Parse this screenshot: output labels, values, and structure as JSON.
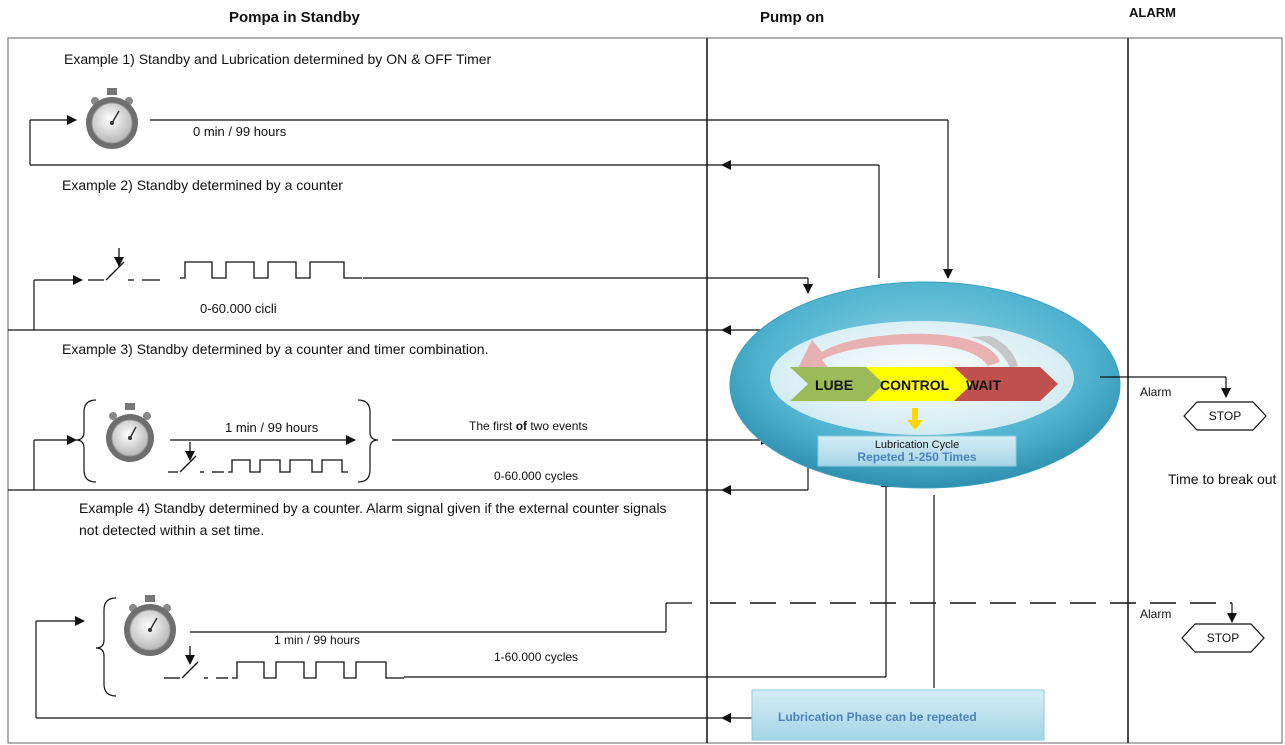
{
  "headers": {
    "standby": "Pompa in Standby",
    "pump_on": "Pump on",
    "alarm": "ALARM"
  },
  "examples": {
    "ex1": {
      "title": "Example 1) Standby and Lubrication determined by ON & OFF Timer",
      "timer_label": "0 min / 99 hours"
    },
    "ex2": {
      "title": "Example 2) Standby determined by a counter",
      "cycles_label": "0-60.000 cicli"
    },
    "ex3": {
      "title": "Example 3) Standby determined by a counter and timer combination.",
      "timer_label": "1 min / 99 hours",
      "events_pre": "The first ",
      "events_bold": "of",
      "events_post": " two events",
      "cycles_label": "0-60.000 cycles"
    },
    "ex4": {
      "title": "Example 4) Standby determined by a counter. Alarm signal given if the external counter signals not detected within a set time.",
      "timer_label": "1 min / 99 hours",
      "cycles_label": "1-60.000 cycles"
    }
  },
  "cycle": {
    "steps": [
      "LUBE",
      "CONTROL",
      "WAIT"
    ],
    "caption": "Lubrication Cycle",
    "repeat": "Repeted 1-250 Times"
  },
  "phase_box": "Lubrication Phase can be repeated",
  "alarm_section": {
    "alarm1": "Alarm",
    "stop1": "STOP",
    "break_label": "Time to break out",
    "alarm2": "Alarm",
    "stop2": "STOP"
  },
  "colors": {
    "lube": "#9bbb59",
    "control": "#ffff00",
    "wait": "#c0504d",
    "ellipse_outer": "#4fb3cf",
    "ellipse_inner": "#dff0f5",
    "repeat_text": "#4f81bd",
    "phase_box": "#b7dde8"
  }
}
